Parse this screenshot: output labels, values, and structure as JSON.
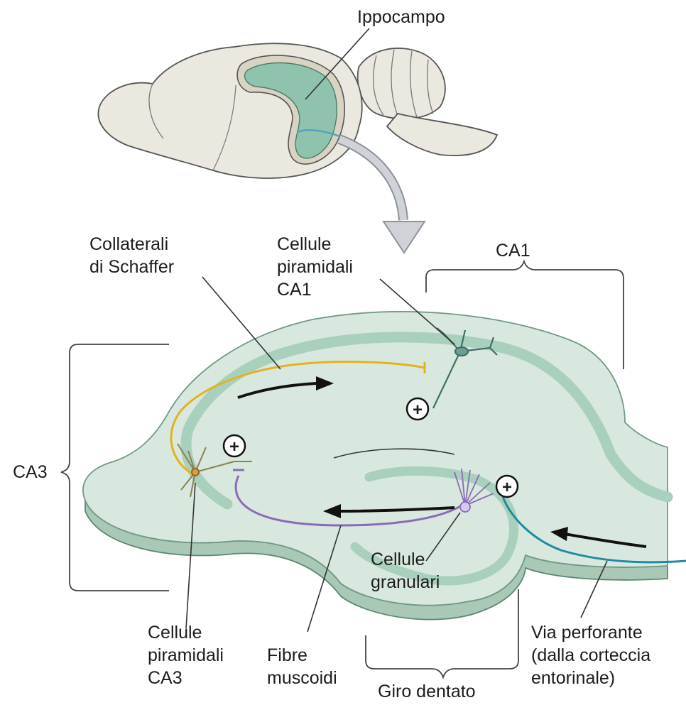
{
  "labels": {
    "ippocampo": "Ippocampo",
    "collaterali_1": "Collaterali",
    "collaterali_2": "di Schaffer",
    "ca1_cells_1": "Cellule",
    "ca1_cells_2": "piramidali",
    "ca1_cells_3": "CA1",
    "ca1": "CA1",
    "ca3": "CA3",
    "granular_1": "Cellule",
    "granular_2": "granulari",
    "ca3_cells_1": "Cellule",
    "ca3_cells_2": "piramidali",
    "ca3_cells_3": "CA3",
    "mossy_1": "Fibre",
    "mossy_2": "muscoidi",
    "dentate": "Giro dentato",
    "perforant_1": "Via perforante",
    "perforant_2": "(dalla corteccia",
    "perforant_3": "entorinale)"
  },
  "colors": {
    "tissue": "#d9e8df",
    "tissue_edge": "#6f9a86",
    "cell_layer": "#a9d0bd",
    "brain": "#ebe8df",
    "hippocampus": "#8fc3ad",
    "schaffer": "#e3b21e",
    "mossy": "#8a6bb5",
    "perforant": "#1f8aa0",
    "ca1_cell": "#3e6f66",
    "ca3_cell": "#8c8150"
  },
  "symbols": {
    "excitatory": "+"
  }
}
